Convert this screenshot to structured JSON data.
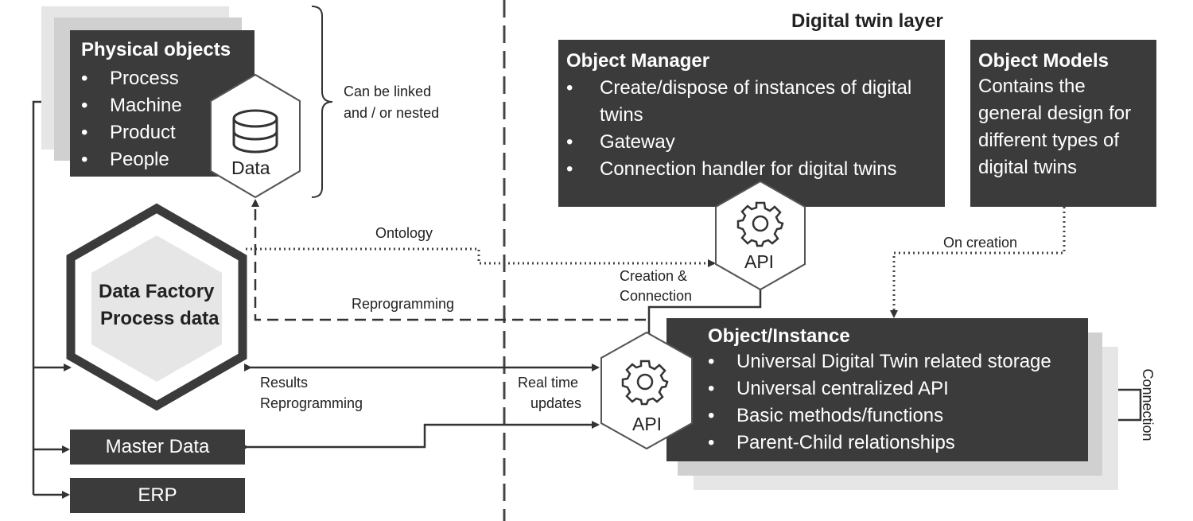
{
  "physical": {
    "title": "Physical objects",
    "items": [
      "Process",
      "Machine",
      "Product",
      "People"
    ],
    "data_label": "Data"
  },
  "linked_label": [
    "Can be linked",
    "and / or nested"
  ],
  "layer_title": "Digital twin layer",
  "object_manager": {
    "title": "Object Manager",
    "items": [
      "Create/dispose of instances of digital",
      "twins",
      "Gateway",
      "Connection handler for digital twins"
    ]
  },
  "object_models": {
    "title": "Object Models",
    "lines": [
      "Contains the",
      "general design for",
      "different types of",
      "digital twins"
    ]
  },
  "api_label": "API",
  "data_factory": [
    "Data Factory",
    "Process data"
  ],
  "object_instance": {
    "title": "Object/Instance",
    "items": [
      "Universal Digital Twin related storage",
      "Universal centralized API",
      "Basic methods/functions",
      "Parent-Child relationships"
    ]
  },
  "master_data": "Master Data",
  "erp": "ERP",
  "edge_labels": {
    "ontology": "Ontology",
    "reprogramming": "Reprogramming",
    "creation_connection": [
      "Creation &",
      "Connection"
    ],
    "on_creation": "On creation",
    "results": [
      "Results",
      "Reprogramming"
    ],
    "real_time": [
      "Real time",
      "updates"
    ],
    "connection": "Connection"
  }
}
